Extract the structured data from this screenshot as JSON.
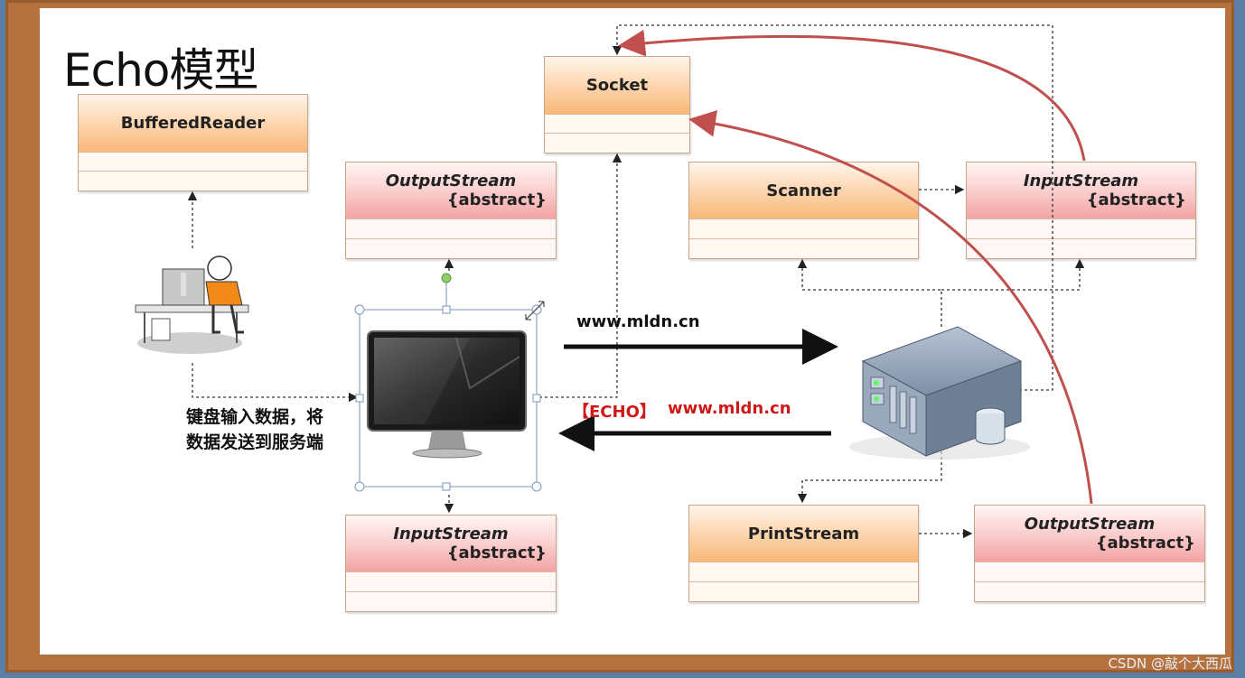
{
  "title": "Echo模型",
  "classes": {
    "buffered_reader": {
      "name": "BufferedReader"
    },
    "socket": {
      "name": "Socket"
    },
    "output_stream_client": {
      "name": "OutputStream",
      "stereotype": "{abstract}"
    },
    "input_stream_client": {
      "name": "InputStream",
      "stereotype": "{abstract}"
    },
    "scanner": {
      "name": "Scanner"
    },
    "input_stream_server": {
      "name": "InputStream",
      "stereotype": "{abstract}"
    },
    "print_stream": {
      "name": "PrintStream"
    },
    "output_stream_server": {
      "name": "OutputStream",
      "stereotype": "{abstract}"
    }
  },
  "arrows": {
    "request_label": "www.mldn.cn",
    "echo_tag": "【ECHO】",
    "echo_label": "www.mldn.cn"
  },
  "caption": {
    "line1": "键盘输入数据，将",
    "line2": "数据发送到服务端"
  },
  "watermark": "CSDN @敲个大西瓜",
  "colors": {
    "frame": "#b5723f",
    "orange_box": "#f8b878",
    "pink_box": "#f3a3a3",
    "curve": "#c0504d",
    "echo_text": "#d01818"
  },
  "icons": [
    "person-at-computer-icon",
    "monitor-icon",
    "server-icon"
  ]
}
